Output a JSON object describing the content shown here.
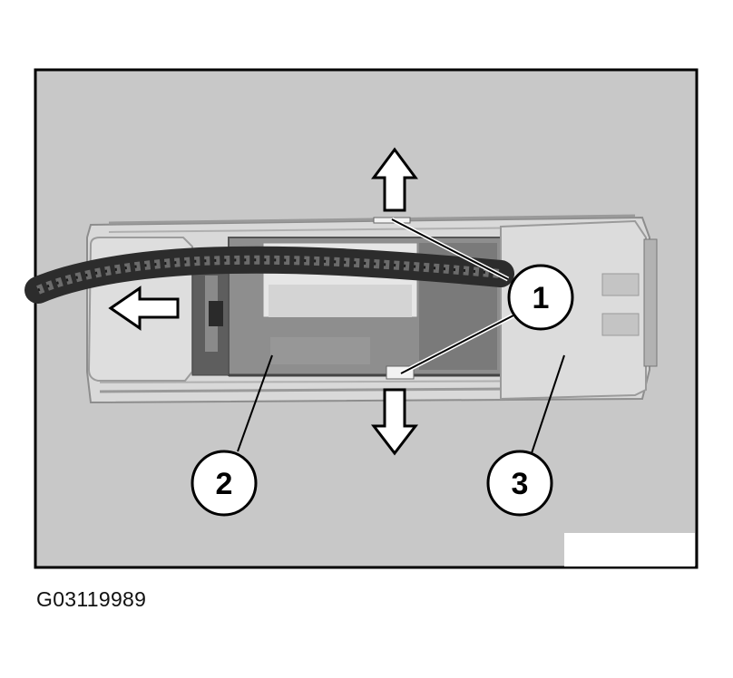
{
  "figure": {
    "id_label": "G03119989",
    "photo_bg_color": "#c8c8c8",
    "callouts": [
      {
        "label": "1"
      },
      {
        "label": "2"
      },
      {
        "label": "3"
      }
    ],
    "arrows": [
      "arrow-up-icon",
      "arrow-down-icon",
      "arrow-left-icon"
    ]
  }
}
